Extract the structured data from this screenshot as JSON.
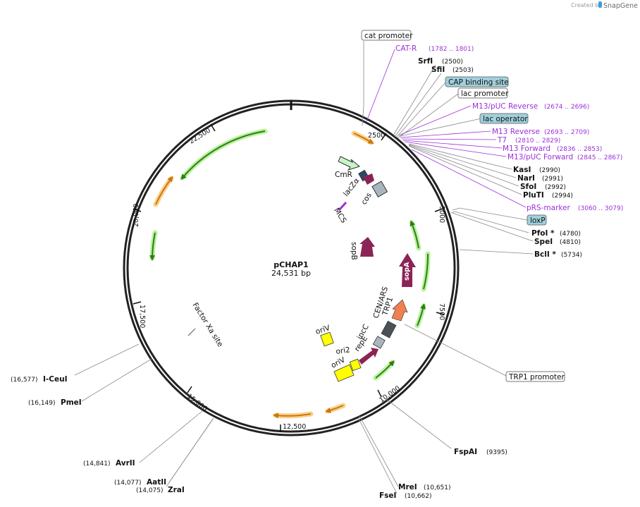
{
  "credit": {
    "text": "Created by",
    "brand": "SnapGene"
  },
  "plasmid": {
    "name": "pCHAP1",
    "length": "24,531 bp"
  },
  "ticks": [
    "2500",
    "5000",
    "7500",
    "10,000",
    "12,500",
    "15,000",
    "17,500",
    "20,000",
    "22,500"
  ],
  "boxed_labels": {
    "cat_promoter": "cat promoter",
    "cap_site": "CAP binding site",
    "lac_promoter": "lac promoter",
    "lac_operator": "lac operator",
    "loxp": "loxP",
    "trp1_promoter": "TRP1 promoter"
  },
  "primers": {
    "cat_r": {
      "name": "CAT-R",
      "range": "(1782 .. 1801)"
    },
    "m13puc_rev": {
      "name": "M13/pUC Reverse",
      "range": "(2674 .. 2696)"
    },
    "m13_rev": {
      "name": "M13 Reverse",
      "range": "(2693 .. 2709)"
    },
    "t7": {
      "name": "T7",
      "range": "(2810 .. 2829)"
    },
    "m13_fwd": {
      "name": "M13 Forward",
      "range": "(2836 .. 2853)"
    },
    "m13puc_fwd": {
      "name": "M13/pUC Forward",
      "range": "(2845 .. 2867)"
    },
    "prs": {
      "name": "pRS-marker",
      "range": "(3060 .. 3079)"
    }
  },
  "sites": {
    "srfi": {
      "name": "SrfI",
      "pos": "(2500)"
    },
    "sfii": {
      "name": "SfiI",
      "pos": "(2503)"
    },
    "kasi": {
      "name": "KasI",
      "pos": "(2990)"
    },
    "nari": {
      "name": "NarI",
      "pos": "(2991)"
    },
    "sfoi": {
      "name": "SfoI",
      "pos": "(2992)"
    },
    "pluti": {
      "name": "PluTI",
      "pos": "(2994)"
    },
    "pfoi": {
      "name": "PfoI *",
      "pos": "(4780)"
    },
    "spei": {
      "name": "SpeI",
      "pos": "(4810)"
    },
    "bcli": {
      "name": "BclI *",
      "pos": "(5734)"
    },
    "fspai": {
      "name": "FspAI",
      "pos": "(9395)"
    },
    "mrei": {
      "name": "MreI",
      "pos": "(10,651)"
    },
    "fsei": {
      "name": "FseI",
      "pos": "(10,662)"
    },
    "zrai": {
      "name": "ZraI",
      "pos": "(14,075)"
    },
    "aatii": {
      "name": "AatII",
      "pos": "(14,077)"
    },
    "avrii": {
      "name": "AvrII",
      "pos": "(14,841)"
    },
    "pmei": {
      "name": "PmeI",
      "pos": "(16,149)"
    },
    "iceui": {
      "name": "I-CeuI",
      "pos": "(16,577)"
    }
  },
  "features": {
    "cmr": "CmR",
    "lacza": "lacZα",
    "cos": "cos",
    "mcs": "MCS",
    "sopb": "sopB",
    "sopa": "sopA",
    "cenars": "CEN/ARS",
    "trp1": "TRP1",
    "incc": "incC",
    "repe": "repE",
    "ori2": "ori2",
    "oriv1": "oriV",
    "oriv2": "oriV",
    "factor_xa": "Factor Xa site"
  },
  "colors": {
    "backbone": "#222222",
    "primer": "#9b30d8",
    "orf": "#2e7d1a",
    "orf_glow": "#b8f29a",
    "orange_orf": "#c8780e",
    "orange_glow": "#fbd08a",
    "sop": "#8b2455",
    "cmr": "#c8f5c8",
    "cos": "#a9b6bd",
    "ori": "#ffff00",
    "trp1": "#f08050",
    "cen": "#4a5258",
    "boxed_fill": "#9fd0dc"
  }
}
